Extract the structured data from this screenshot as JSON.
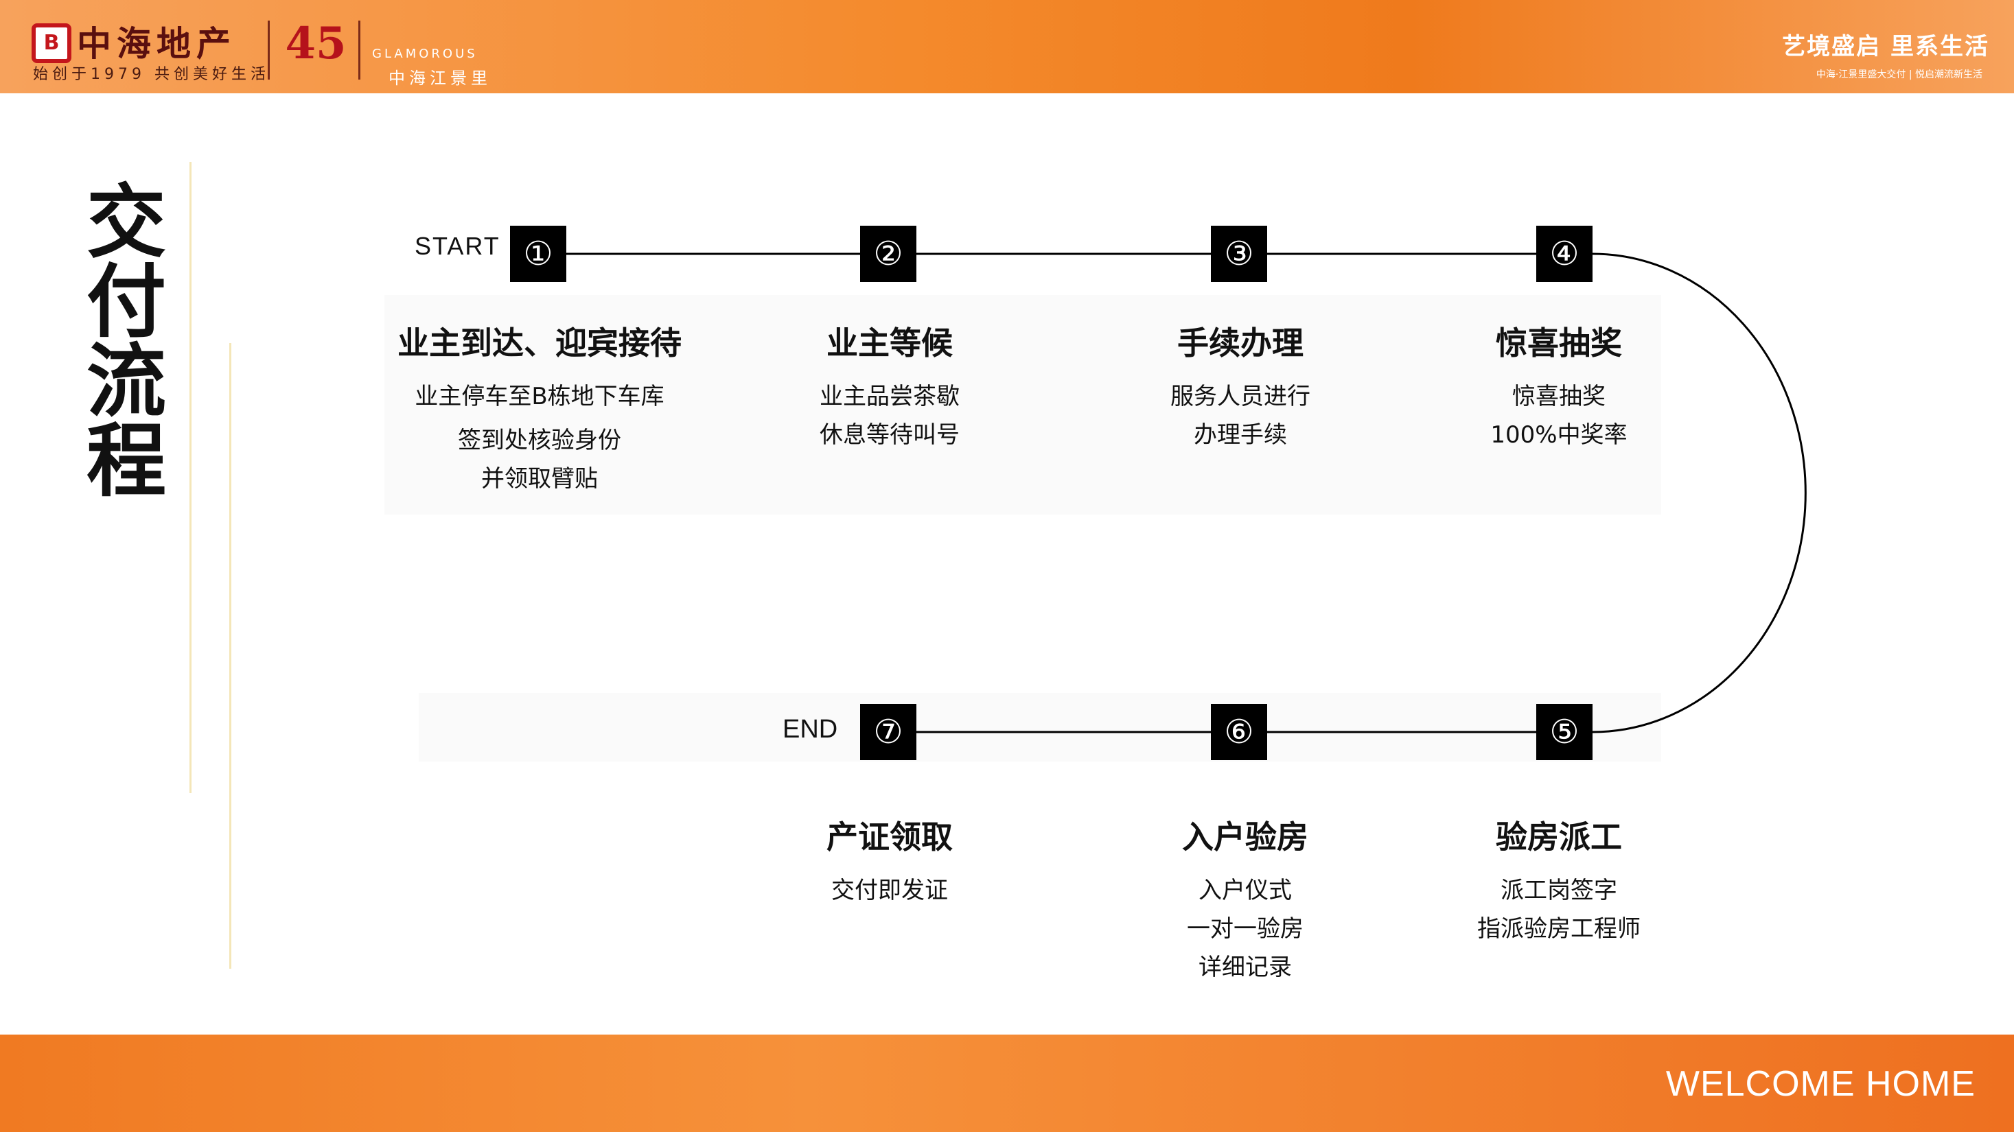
{
  "header": {
    "logo_mark": "B",
    "logo_text": "中海地产",
    "logo_sub": "始创于1979 共创美好生活",
    "anniversary": "45",
    "project_en": "GLAMOROUS",
    "project_cn": "中海江景里",
    "slogan": "艺境盛启 里系生活",
    "slogan_sub": "中海·江景里盛大交付 | 悦启潮流新生活"
  },
  "title": "交付流程",
  "flow": {
    "start_label": "START",
    "end_label": "END",
    "steps": [
      {
        "num": "①",
        "title": "业主到达、迎宾接待",
        "desc": [
          "业主停车至B栋地下车库",
          "签到处核验身份",
          "并领取臂贴"
        ]
      },
      {
        "num": "②",
        "title": "业主等候",
        "desc": [
          "业主品尝茶歇",
          "休息等待叫号"
        ]
      },
      {
        "num": "③",
        "title": "手续办理",
        "desc": [
          "服务人员进行",
          "办理手续"
        ]
      },
      {
        "num": "④",
        "title": "惊喜抽奖",
        "desc": [
          "惊喜抽奖",
          "100%中奖率"
        ]
      },
      {
        "num": "⑤",
        "title": "验房派工",
        "desc": [
          "派工岗签字",
          "指派验房工程师"
        ]
      },
      {
        "num": "⑥",
        "title": "入户验房",
        "desc": [
          "入户仪式",
          "一对一验房",
          "详细记录"
        ]
      },
      {
        "num": "⑦",
        "title": "产证领取",
        "desc": [
          "交付即发证"
        ]
      }
    ]
  },
  "footer": {
    "welcome": "WELCOME HOME"
  },
  "colors": {
    "orange": "#f48a2c",
    "black": "#000000"
  }
}
